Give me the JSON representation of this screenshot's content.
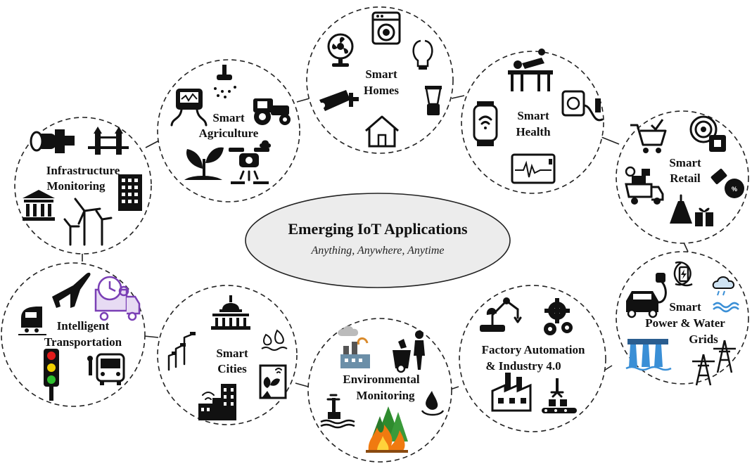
{
  "center": {
    "title": "Emerging IoT Applications",
    "subtitle": "Anything, Anywhere, Anytime"
  },
  "domains": {
    "infrastructure": [
      "Infrastructure",
      "Monitoring"
    ],
    "agriculture": [
      "Smart",
      "Agriculture"
    ],
    "homes": [
      "Smart",
      "Homes"
    ],
    "health": [
      "Smart",
      "Health"
    ],
    "retail": [
      "Smart",
      "Retail"
    ],
    "power": [
      "Smart",
      "Power & Water",
      "Grids"
    ],
    "factory": [
      "Factory Automation",
      "& Industry 4.0"
    ],
    "environment": [
      "Environmental",
      "Monitoring"
    ],
    "cities": [
      "Smart",
      "Cities"
    ],
    "transport": [
      "Intelligent",
      "Transportation"
    ]
  },
  "icons": {
    "infrastructure": [
      "pipe-valve-icon",
      "tower-bridge-icon",
      "skyscraper-icon",
      "government-building-icon",
      "wind-turbine-icon"
    ],
    "agriculture": [
      "sprinkler-icon",
      "soil-sensor-icon",
      "tractor-icon",
      "plant-icon",
      "agri-drone-icon"
    ],
    "homes": [
      "fan-icon",
      "washing-machine-icon",
      "light-bulb-icon",
      "security-camera-icon",
      "blender-icon",
      "house-icon"
    ],
    "health": [
      "hospital-bed-icon",
      "smartwatch-icon",
      "glucose-meter-icon",
      "ecg-monitor-icon"
    ],
    "retail": [
      "shopping-cart-icon",
      "rfid-tag-icon",
      "delivery-truck-icon",
      "sale-tag-icon",
      "dress-icon",
      "gift-icon"
    ],
    "power": [
      "ev-charger-icon",
      "battery-cycle-icon",
      "rain-cloud-icon",
      "dam-icon",
      "transmission-tower-icon"
    ],
    "factory": [
      "robot-arm-icon",
      "gears-icon",
      "factory-icon",
      "conveyor-icon"
    ],
    "environment": [
      "power-plant-icon",
      "waste-bin-icon",
      "water-drop-icon",
      "buoy-sensor-icon",
      "forest-fire-icon"
    ],
    "cities": [
      "capitol-icon",
      "street-lights-icon",
      "water-gas-icon",
      "smart-building-icon",
      "smart-farm-box-icon"
    ],
    "transport": [
      "airplane-icon",
      "clock-truck-icon",
      "train-icon",
      "traffic-light-icon",
      "bus-icon"
    ]
  },
  "colors": {
    "center_fill": "#ececec",
    "traffic_red": "#e11b1b",
    "traffic_yellow": "#f0d000",
    "traffic_green": "#2fbf2f",
    "fire": "#f07a10",
    "tree": "#2e8b2e",
    "purple": "#7a3fb5",
    "water": "#3a8fd6"
  }
}
